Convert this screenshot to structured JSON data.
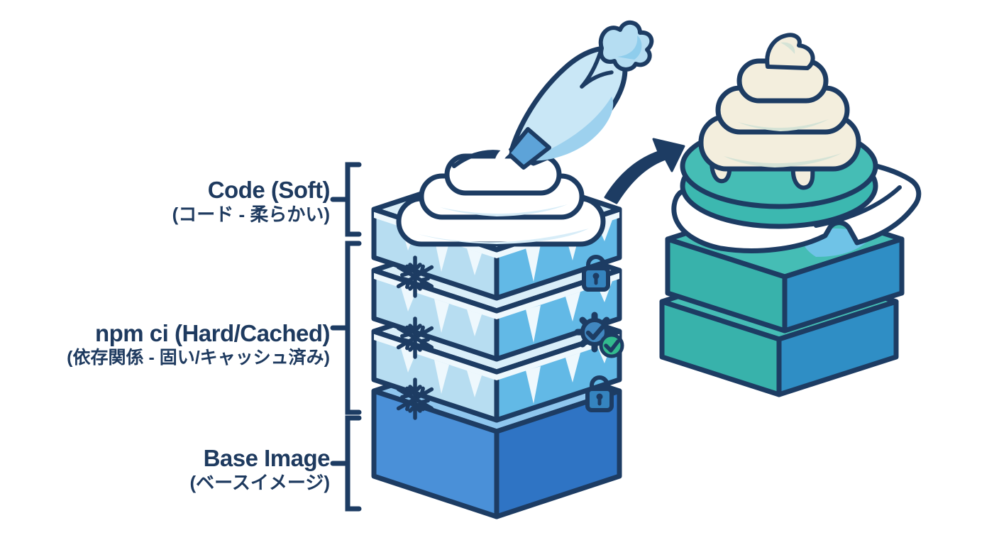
{
  "diagram": {
    "labels": [
      {
        "id": "code",
        "en": "Code (Soft)",
        "ja": "(コード - 柔らかい)"
      },
      {
        "id": "npm",
        "en": "npm ci (Hard/Cached)",
        "ja": "(依存関係 - 固い/キャッシュ済み)"
      },
      {
        "id": "base",
        "en": "Base Image",
        "ja": "(ベースイメージ)"
      }
    ],
    "icons": [
      {
        "name": "snowflake-icon",
        "glyph": "❄",
        "color": "#1d3c63"
      },
      {
        "name": "lock-icon",
        "glyph": "🔒",
        "color": "#3584bf"
      },
      {
        "name": "gear-check-icon",
        "glyph": "⚙✓",
        "color": "#4187c0"
      },
      {
        "name": "check-badge-icon",
        "glyph": "✔",
        "color": "#32ba8e"
      },
      {
        "name": "arrow-right-icon",
        "glyph": "➜",
        "color": "#1d3c63"
      }
    ],
    "colors": {
      "outline": "#1d3c63",
      "label_text": "#1e3a5f",
      "frozen_left_face": "#b7ddf1",
      "frozen_right_face": "#62b9e6",
      "frozen_top": "#d9eef9",
      "snow_icicle": "#eef8fd",
      "base_left_face": "#4a90d8",
      "base_right_face": "#2f74c4",
      "base_top": "#8fc6ee",
      "teal_left_face": "#38b2ab",
      "teal_right_face": "#2f8ec5",
      "teal_top": "#45bdb5",
      "cream_frosting": "#f3eedd",
      "cream_shade": "#d5e3d6",
      "white_frosting": "#ffffff",
      "frosting_shade": "#d8edf8",
      "piping_bag": "#c9e7f6",
      "piping_bag_shade": "#9dd1ee",
      "piping_bag_tip": "#5da3d8",
      "green_badge": "#32ba8e"
    }
  }
}
